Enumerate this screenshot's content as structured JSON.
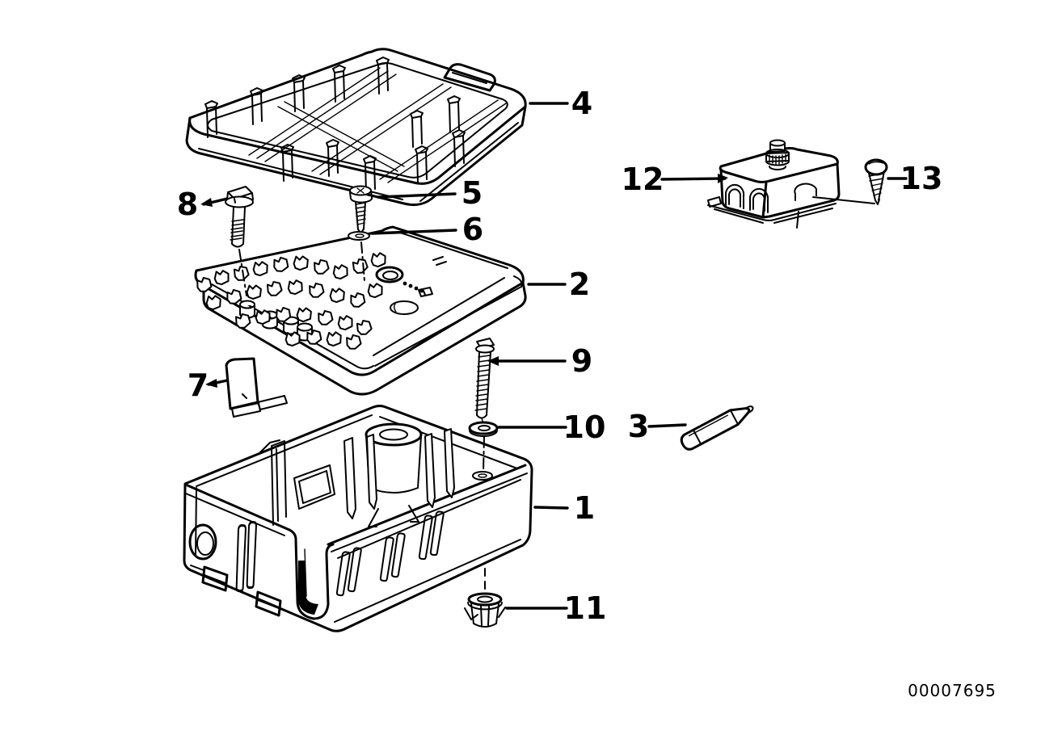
{
  "page": {
    "background_color": "#ffffff",
    "line_color": "#000000"
  },
  "diagram": {
    "doc_number": "00007695",
    "callouts": {
      "c1": "1",
      "c2": "2",
      "c3": "3",
      "c4": "4",
      "c5": "5",
      "c6": "6",
      "c7": "7",
      "c8": "8",
      "c9": "9",
      "c10": "10",
      "c11": "11",
      "c12": "12",
      "c13": "13"
    }
  }
}
